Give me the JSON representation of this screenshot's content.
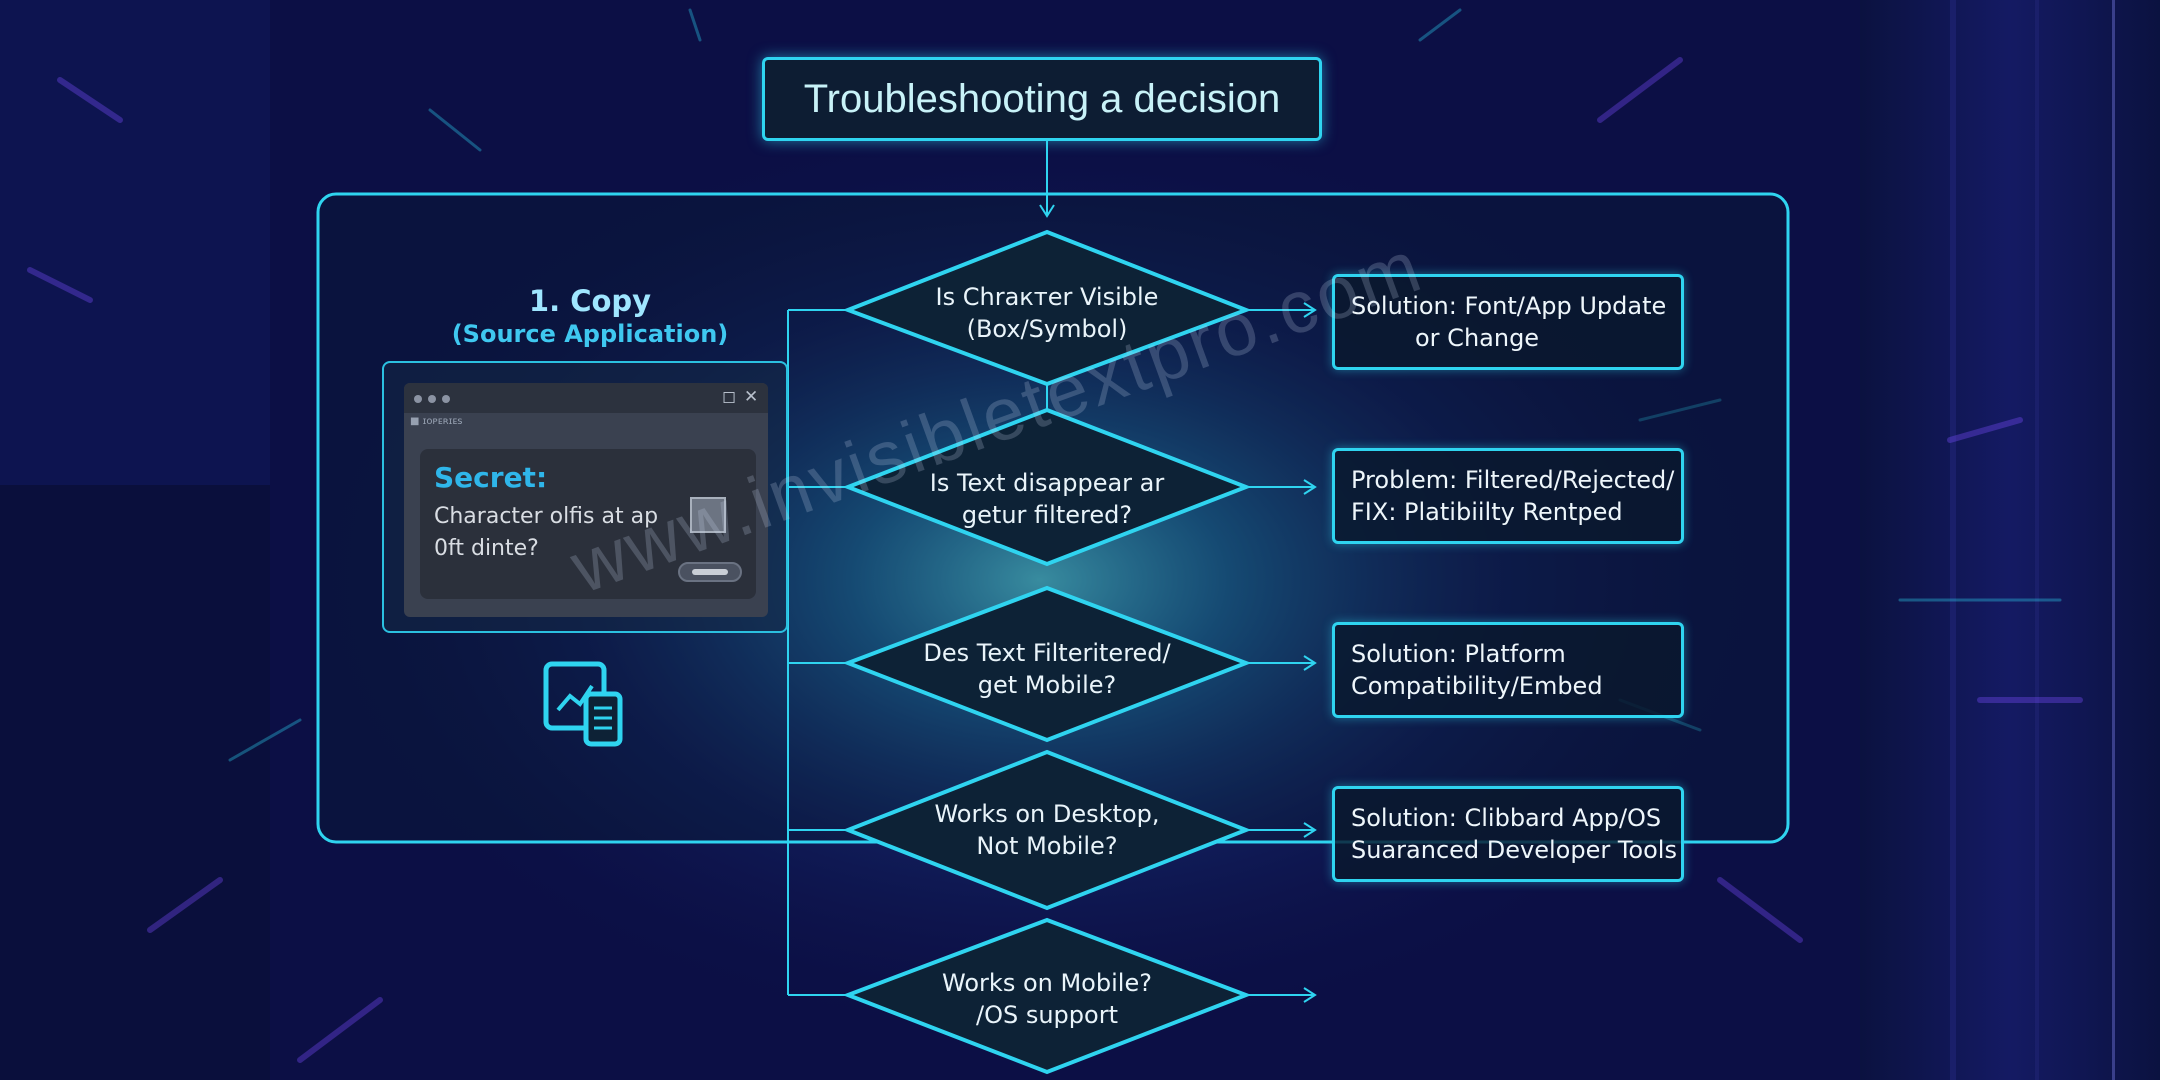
{
  "title": "Troubleshooting a decision",
  "copy_step": {
    "heading": "1. Copy",
    "subheading": "(Source Application)",
    "window": {
      "tab_text": "■ ɪᴏᴘᴇʀɪᴇs",
      "secret_label": "Secret:",
      "body_line1": "Character olfis at ap",
      "body_line2": "0ft dinte?"
    }
  },
  "decisions": [
    {
      "line1": "Is Chrактer Visible",
      "line2": "(Box/Symbol)"
    },
    {
      "line1": "Is Text disappear ar",
      "line2": "getur filtered?"
    },
    {
      "line1": "Des Text Filteritered/",
      "line2": "get Mobile?"
    },
    {
      "line1": "Works on Desktop,",
      "line2": "Not Mobile?"
    },
    {
      "line1": "Works on Mobile?",
      "line2": "/OS support"
    }
  ],
  "solutions": [
    {
      "line1": "Solution: Font/App Update",
      "line2": "or Change"
    },
    {
      "line1": "Problem: Filtered/Rejected/",
      "line2": "FIX: Platibiilty Rentped"
    },
    {
      "line1": "Solution: Platform",
      "line2": "Compatibility/Embed"
    },
    {
      "line1": "Solution: Clibbard App/OS",
      "line2": "Suaranced Developer Tools"
    }
  ],
  "watermark": "www.invisibletextpro.com",
  "colors": {
    "accent": "#2fd4f0",
    "background": "#0a0c3a",
    "diamond_fill": "#0d2236"
  }
}
